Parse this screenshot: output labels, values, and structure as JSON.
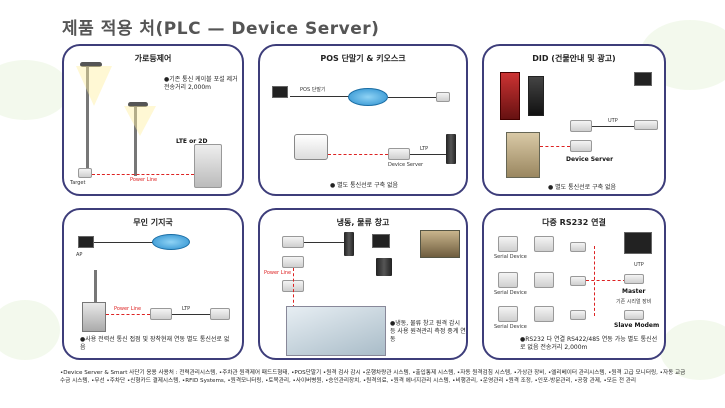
{
  "title": "제품 적용 처(PLC — Device Server)",
  "panels": {
    "p1": {
      "title": "가로등제어",
      "note": "●기존 통신 케이블 포설 제거 전송거리 2,000m",
      "lte": "LTE or 2D",
      "target": "Target",
      "power": "Power Line"
    },
    "p2": {
      "title": "POS 단말기 & 키오스크",
      "pos": "POS 단말기",
      "server": "Device Server",
      "ltp": "LTP",
      "note": "● 별도 통신선로 구축 없음"
    },
    "p3": {
      "title": "DID (건물안내 및 광고)",
      "utp": "UTP",
      "server": "Device Server",
      "note": "● 별도 통신선로 구축 없음"
    },
    "p4": {
      "title": "무인 기지국",
      "ap": "AP",
      "power": "Power Line",
      "ltp": "LTP",
      "note": "●사용 전력선 통신 접점 및 장착현재 연동 별도 통신선로 없음"
    },
    "p5": {
      "title": "냉동, 물류 창고",
      "power": "Power Line",
      "note": "●냉동, 물류 창고 원격 감시 등 사용 원격관리 측정 중계 연동"
    },
    "p6": {
      "title": "다중 RS232 연결",
      "serial": "Serial Device",
      "utp": "UTP",
      "master": "Master",
      "slave": "Slave Modem",
      "master_note": "기존 시리얼 장비",
      "note": "●RS232 다 연결 RS422/485 연동 가능 별도 통신선로 없음 전송거리 2,000m"
    }
  },
  "footer": "•Device Server & Smart 사단기 응용 사용처 : 전력관리시스템, •주차관 원격제어 패드드형태, •POS단말기 •원격 검사 감시 •운행차량관 시스템, •출입통제 시스템, •자동 원격검침 시스템, •가상관 장비, •엘리베이터 관리시스템, •원격 고급 모니터링, •자동 교금 수금 시스템, •무선 •주차단 •신형카드 결제시스템, •RFID Systems, •원격모니터링, •토목관리, •사이버병원, •승인관리장치, •원격의료, •원격 에너지관리 시스템, •비행관리, •운영관리 •원격 조정, •인포-방문관리, •공항 관제, •모든 전 관리"
}
